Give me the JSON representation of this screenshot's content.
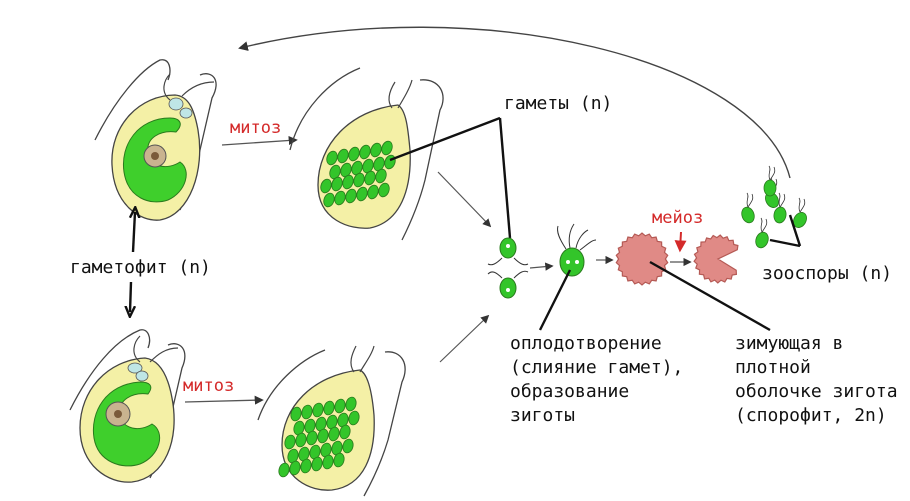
{
  "labels": {
    "gametes": "гаметы (n)",
    "gametophyte": "гаметофит (n)",
    "mitosis_top": "митоз",
    "mitosis_bottom": "митоз",
    "meiosis": "мейоз",
    "zoospores": "зооспоры (n)",
    "fertilization": "оплодотворение\n(слияние гамет),\nобразование\nзиготы",
    "zygote": "зимующая в\nплотной\nоболочке зигота\n(спорофит, 2n)"
  },
  "colors": {
    "cell_outer": "#f4f0a6",
    "cell_inner": "#3fcf2c",
    "gamete": "#33c52a",
    "zygote_cyst": "#e08a86",
    "ink": "#222222",
    "accent_red": "#d42a2a"
  }
}
